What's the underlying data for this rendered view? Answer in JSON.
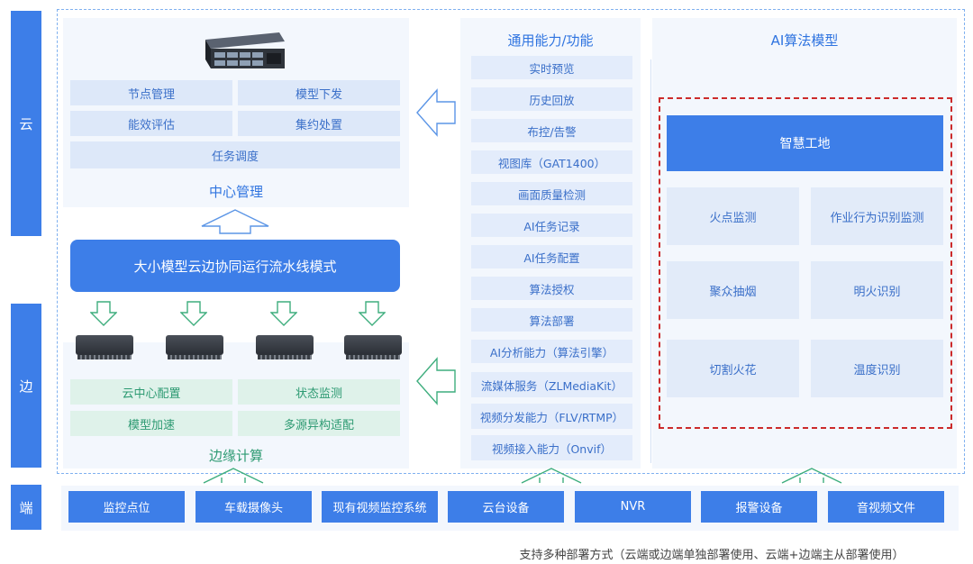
{
  "layers": {
    "cloud": "云",
    "edge": "边",
    "end": "端"
  },
  "center": {
    "items": [
      "节点管理",
      "模型下发",
      "能效评估",
      "集约处置",
      "任务调度"
    ],
    "title": "中心管理"
  },
  "pipeline": {
    "label": "大小模型云边协同运行流水线模式"
  },
  "edge": {
    "items": [
      "云中心配置",
      "状态监测",
      "模型加速",
      "多源异构适配"
    ],
    "title": "边缘计算"
  },
  "general": {
    "title": "通用能力/功能",
    "items": [
      "实时预览",
      "历史回放",
      "布控/告警",
      "视图库（GAT1400）",
      "画面质量检测",
      "AI任务记录",
      "AI任务配置",
      "算法授权",
      "算法部署",
      "AI分析能力（算法引擎）",
      "流媒体服务（ZLMediaKit）",
      "视频分发能力（FLV/RTMP）",
      "视频接入能力（Onvif）"
    ]
  },
  "ai": {
    "title": "AI算法模型",
    "main": "智慧工地",
    "cards": [
      "火点监测",
      "作业行为识别监测",
      "聚众抽烟",
      "明火识别",
      "切割火花",
      "温度识别"
    ]
  },
  "bottom": {
    "items": [
      "监控点位",
      "车载摄像头",
      "现有视频监控系统",
      "云台设备",
      "NVR",
      "报警设备",
      "音视频文件"
    ]
  },
  "footnote": "支持多种部署方式（云端或边端单独部署使用、云端+边端主从部署使用）",
  "colors": {
    "accent": "#3d7ee8",
    "dashed_red": "#cc2b2b",
    "green_pill": "#dff2ea"
  }
}
